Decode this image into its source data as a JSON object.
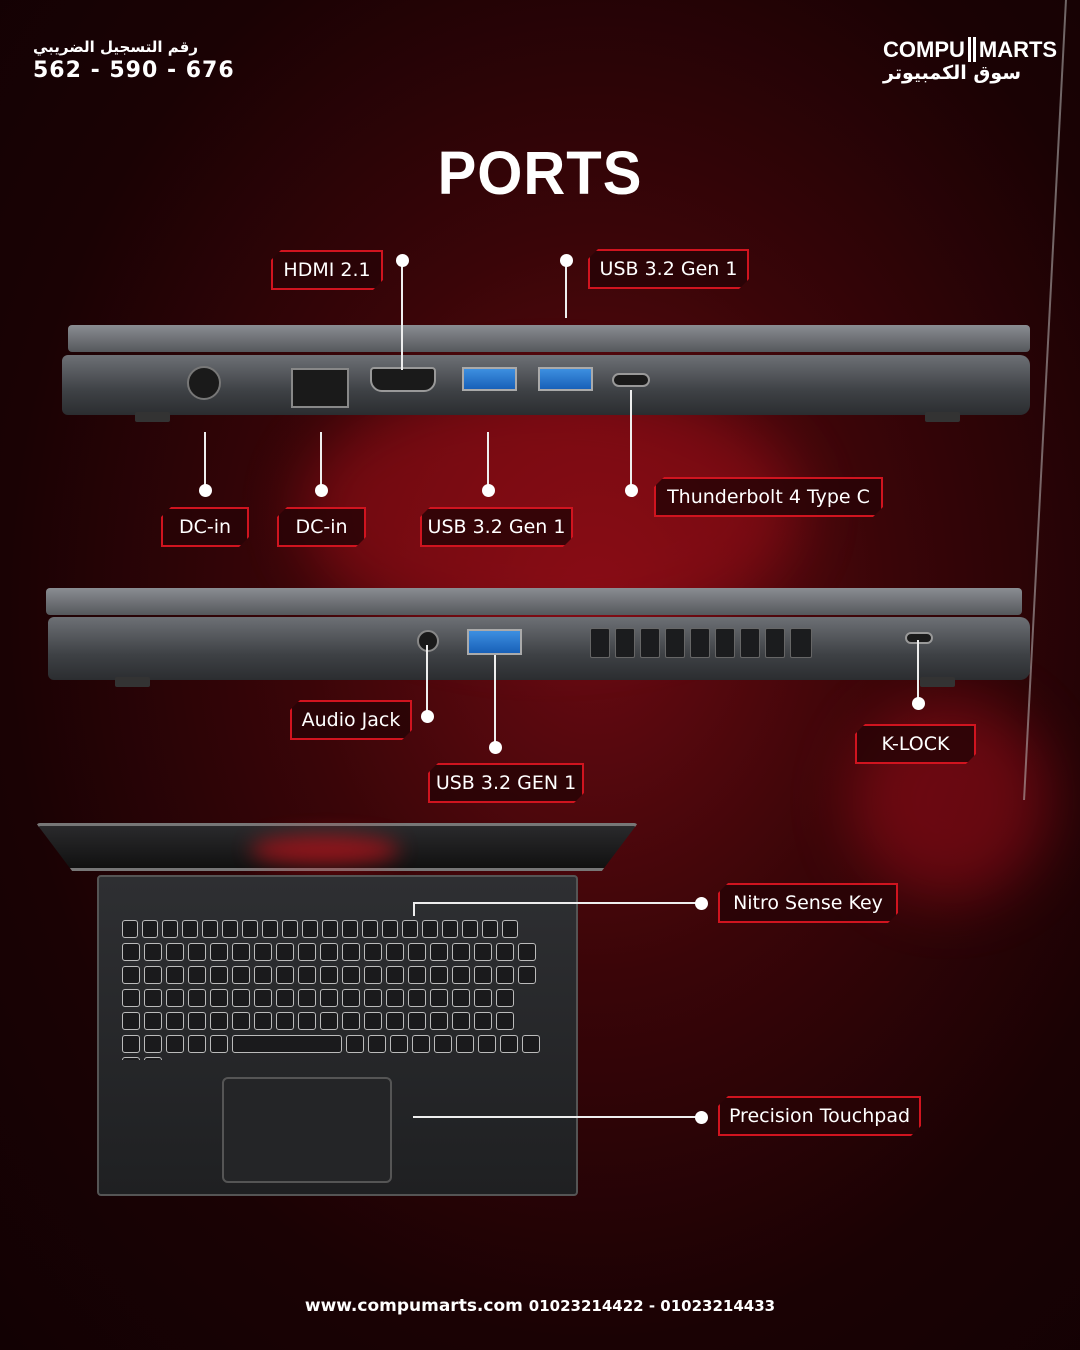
{
  "header": {
    "registration_label": "رقم التسجيل الضريبي",
    "registration_number": "562 - 590 - 676",
    "logo": {
      "text_en_left": "COMPU",
      "text_en_right": "MARTS",
      "text_ar": "سوق الكمبيوتر"
    }
  },
  "title": "PORTS",
  "side_view_1": {
    "labels": [
      "HDMI 2.1",
      "USB 3.2 Gen 1",
      "DC-in",
      "DC-in",
      "USB 3.2 Gen 1",
      "Thunderbolt 4 Type C"
    ]
  },
  "side_view_2": {
    "labels": [
      "Audio Jack",
      "USB 3.2 GEN 1",
      "K-LOCK"
    ]
  },
  "top_view": {
    "labels": [
      "Nitro Sense Key",
      "Precision Touchpad"
    ]
  },
  "footer": {
    "website": "www.compumarts.com",
    "phones": "01023214422 - 01023214433"
  },
  "colors": {
    "accent": "#d0141f",
    "background": "#2a0306"
  }
}
